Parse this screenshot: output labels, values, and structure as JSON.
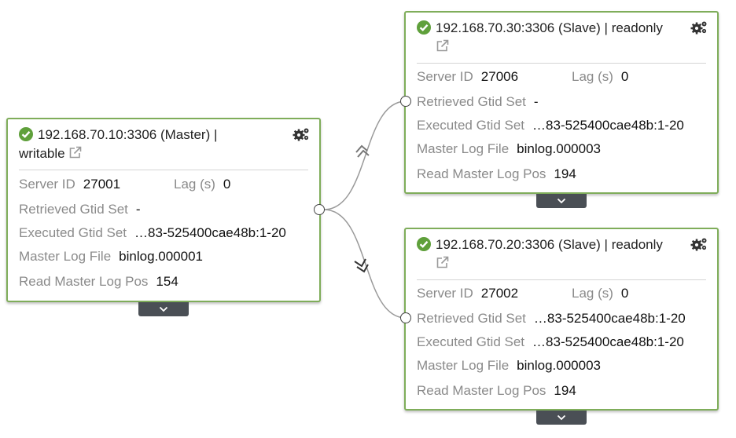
{
  "nodes": {
    "master": {
      "title": "192.168.70.10:3306 (Master) |",
      "title2": "writable",
      "server_id_label": "Server ID",
      "server_id": "27001",
      "lag_label": "Lag (s)",
      "lag": "0",
      "retrieved_label": "Retrieved Gtid Set",
      "retrieved": "-",
      "executed_label": "Executed Gtid Set",
      "executed": "…83-525400cae48b:1-20",
      "logfile_label": "Master Log File",
      "logfile": "binlog.000001",
      "logpos_label": "Read Master Log Pos",
      "logpos": "154"
    },
    "slave30": {
      "title": "192.168.70.30:3306 (Slave) | readonly",
      "server_id_label": "Server ID",
      "server_id": "27006",
      "lag_label": "Lag (s)",
      "lag": "0",
      "retrieved_label": "Retrieved Gtid Set",
      "retrieved": "-",
      "executed_label": "Executed Gtid Set",
      "executed": "…83-525400cae48b:1-20",
      "logfile_label": "Master Log File",
      "logfile": "binlog.000003",
      "logpos_label": "Read Master Log Pos",
      "logpos": "194"
    },
    "slave20": {
      "title": "192.168.70.20:3306 (Slave) | readonly",
      "server_id_label": "Server ID",
      "server_id": "27002",
      "lag_label": "Lag (s)",
      "lag": "0",
      "retrieved_label": "Retrieved Gtid Set",
      "retrieved": "…83-525400cae48b:1-20",
      "executed_label": "Executed Gtid Set",
      "executed": "…83-525400cae48b:1-20",
      "logfile_label": "Master Log File",
      "logfile": "binlog.000003",
      "logpos_label": "Read Master Log Pos",
      "logpos": "194"
    }
  },
  "icons": {
    "status": "check-circle-icon",
    "external": "external-link-icon",
    "settings": "gears-icon",
    "expand": "chevron-down-icon"
  },
  "colors": {
    "ok": "#5fa03b",
    "node_border": "#7fad5a",
    "toggle": "#4a4f55",
    "label": "#8a8a8a"
  }
}
